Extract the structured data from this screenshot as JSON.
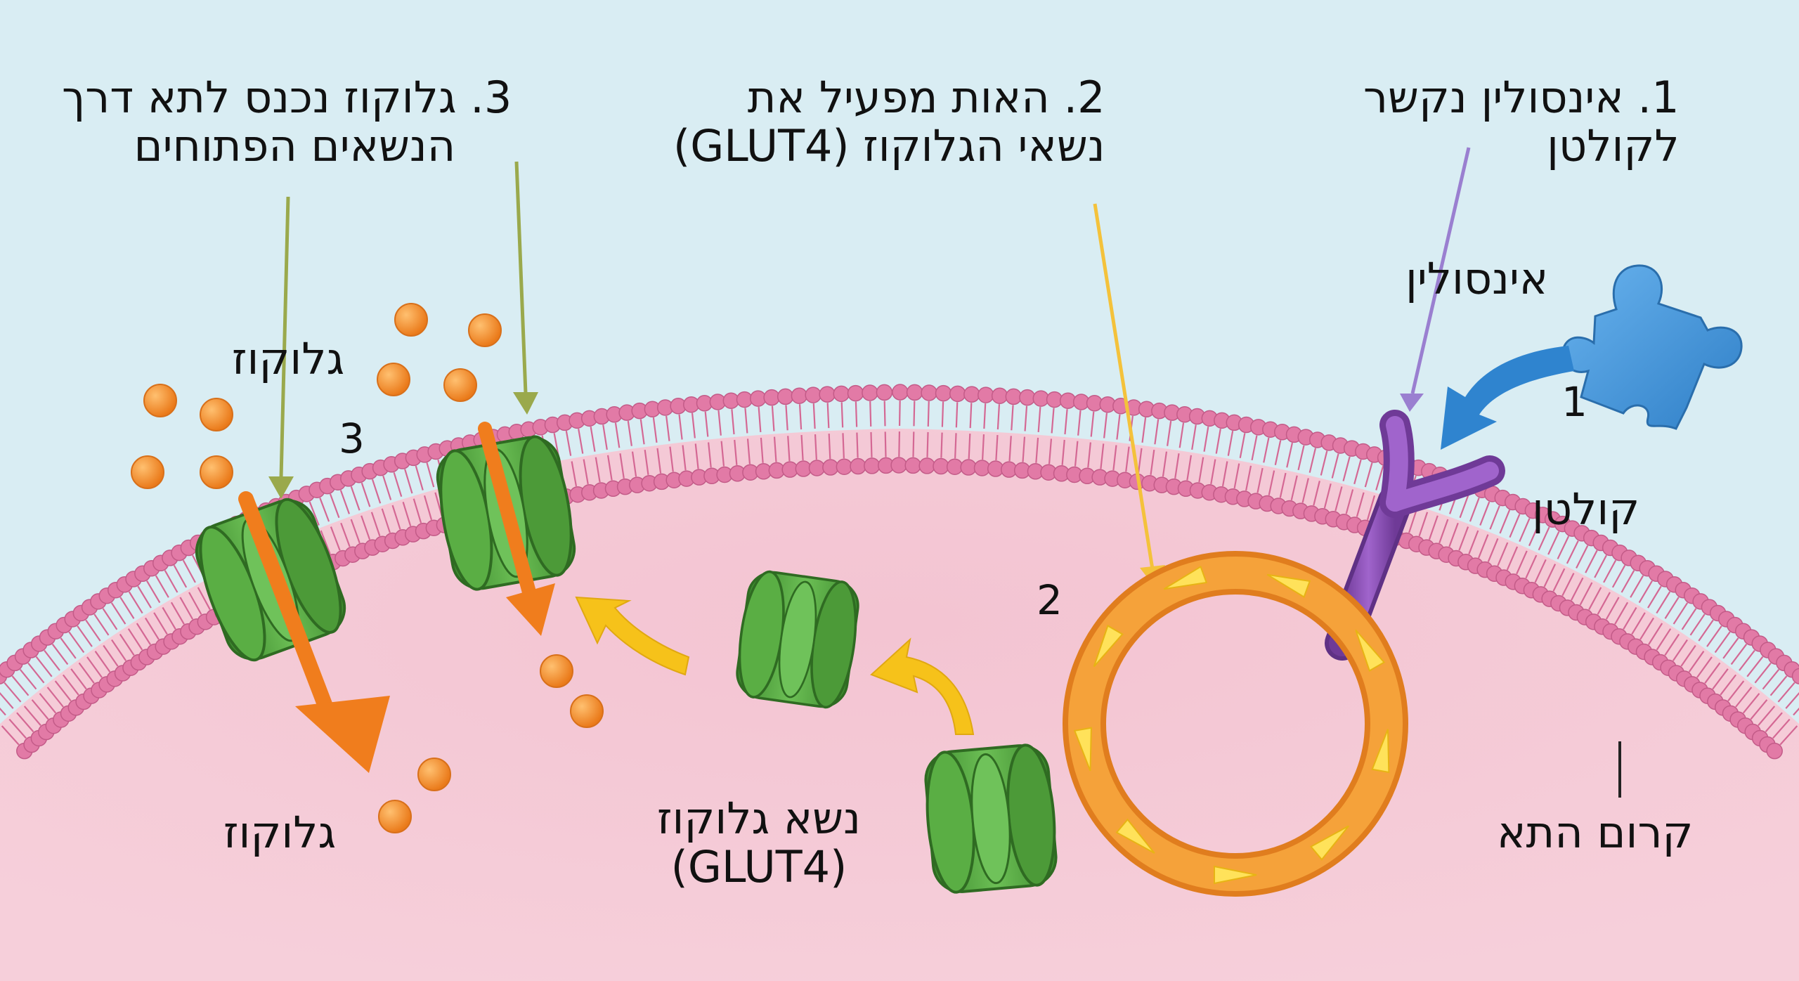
{
  "steps": [
    {
      "line1": "1. אינסולין נקשר",
      "line2": "לקולטן"
    },
    {
      "line1": "2. האות מפעיל את",
      "line2": "נשאי הגלוקוז (GLUT4)"
    },
    {
      "line1": "3. גלוקוז נכנס לתא דרך",
      "line2": "הנשאים הפתוחים"
    }
  ],
  "labels": {
    "insulin": "אינסולין",
    "receptor": "קולטן",
    "membrane": "קרום התא",
    "glucose_outside": "גלוקוז",
    "glucose_inside": "גלוקוז",
    "transporter_line1": "נשא גלוקוז",
    "transporter_line2": "(GLUT4)",
    "num1": "1",
    "num2": "2",
    "num3": "3"
  },
  "colors": {
    "background": "#d9edf3",
    "cytoplasm": "#f7c9d6",
    "membrane_heads": "#e27aa6",
    "insulin": "#3d8fd6",
    "receptor": "#8d4fb5",
    "transporter": "#4f9e3c",
    "vesicle": "#f39a2c",
    "glucose": "#f08a25",
    "signal_arrow": "#f6c21a"
  }
}
